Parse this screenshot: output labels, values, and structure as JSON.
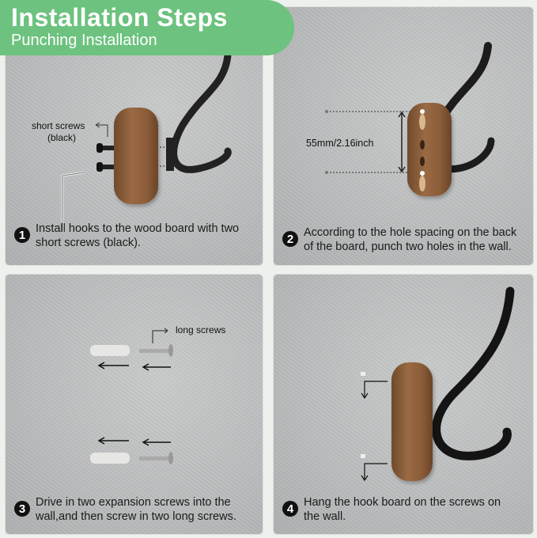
{
  "header": {
    "title": "Installation Steps",
    "subtitle": "Punching Installation",
    "color": "#6cc27e"
  },
  "steps": [
    {
      "number": "1",
      "text_line1": "Install hooks to the wood board with two",
      "text_line2": "short screws (black).",
      "labels": {
        "screws": "short screws",
        "screws_color": "(black)"
      }
    },
    {
      "number": "2",
      "text_line1": "According to the hole spacing on the back",
      "text_line2": "of the board, punch two holes in the wall.",
      "labels": {
        "spacing": "55mm/2.16inch"
      }
    },
    {
      "number": "3",
      "text_line1": "Drive in two expansion screws into the",
      "text_line2": "wall,and then screw in two long screws.",
      "labels": {
        "screws": "long screws"
      }
    },
    {
      "number": "4",
      "text_line1": "Hang the hook board on the screws on",
      "text_line2": "the wall."
    }
  ],
  "colors": {
    "wood": "#8a5c38",
    "hook": "#1c1c1c",
    "panel": "#bdbfc0"
  }
}
